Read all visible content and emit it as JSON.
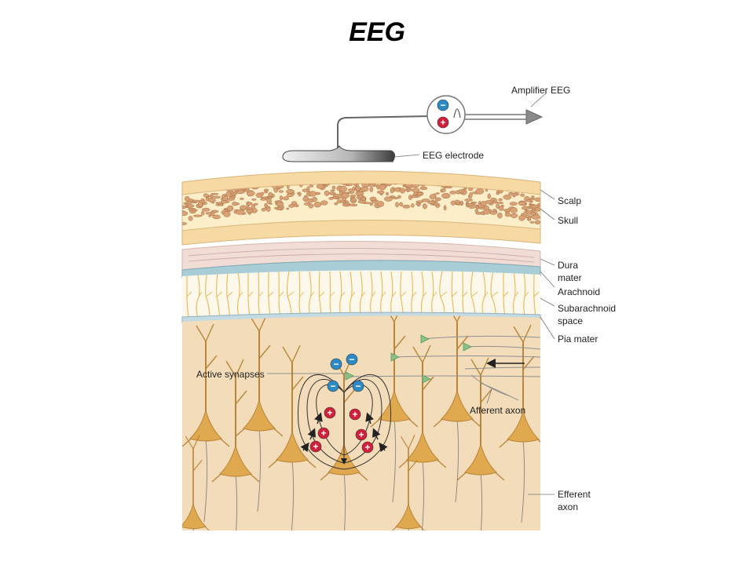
{
  "title": "EEG",
  "labels": {
    "amplifier": "Amplifier EEG",
    "electrode": "EEG electrode",
    "scalp": "Scalp",
    "skull": "Skull",
    "dura_1": "Dura",
    "dura_2": "mater",
    "arachnoid": "Arachnoid",
    "subarachnoid_1": "Subarachnoid",
    "subarachnoid_2": "space",
    "pia": "Pia mater",
    "active_synapses": "Active synapses",
    "afferent_axon": "Afferent axon",
    "efferent_1": "Efferent",
    "efferent_2": "axon"
  },
  "charges": {
    "negative": "−",
    "positive": "+"
  },
  "colors": {
    "scalp": "#f7d9a3",
    "skull": "#fbeec9",
    "bone_spots": "#d8a275",
    "dura": "#f1dcd6",
    "arachnoid": "#a9cdd6",
    "subarachnoid_bg": "#fdf8ec",
    "fibers": "#e8b84f",
    "cortex": "#f3dcb9",
    "neuron": "#e0a94f",
    "neuron_dark": "#b98538",
    "negative_charge": "#2c8bc6",
    "positive_charge": "#d41f3a",
    "synapse": "#8bbf8a"
  }
}
